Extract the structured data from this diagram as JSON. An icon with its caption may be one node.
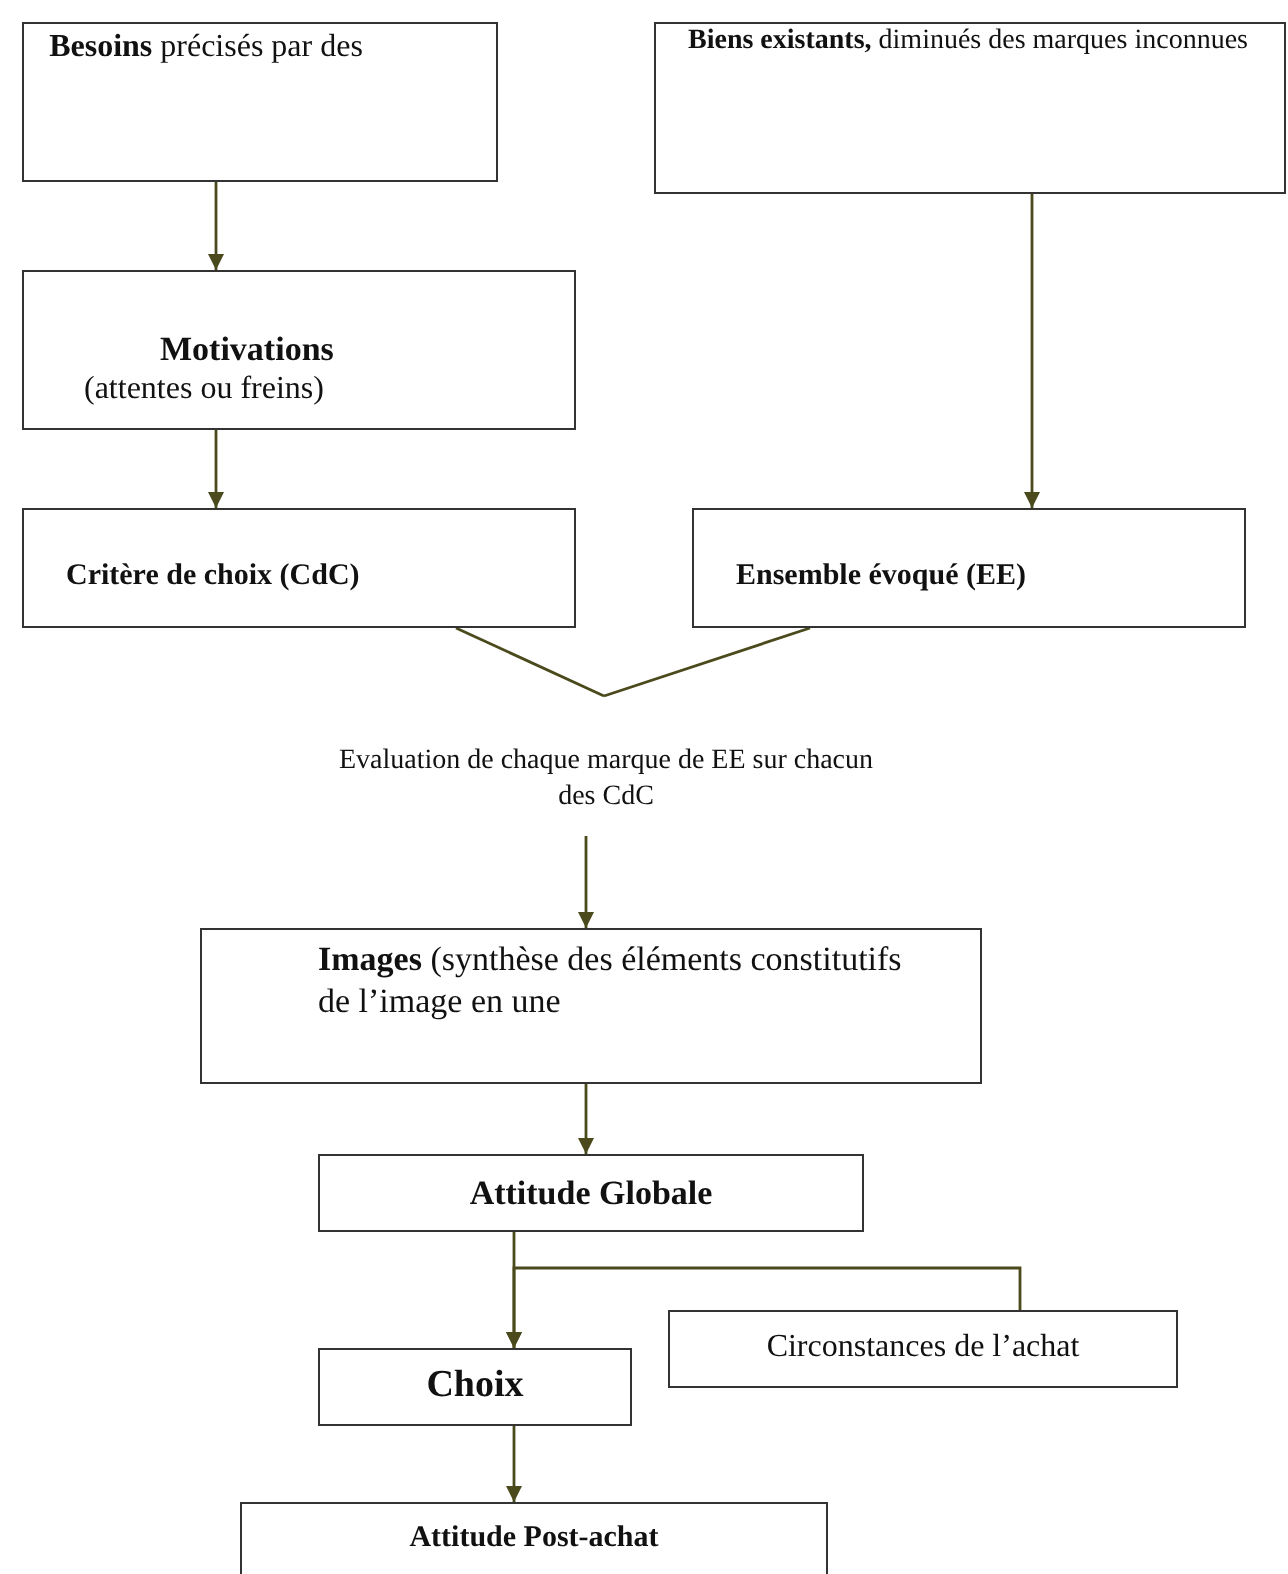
{
  "diagram": {
    "nodes": [
      {
        "text": [
          "**Besoins** précisés par des"
        ]
      },
      {
        "text": [
          "**Biens existants,** diminués des marques inconnues"
        ]
      },
      {
        "text": [
          "Motivations",
          "(attentes ou freins)"
        ]
      },
      {
        "text": [
          "Critère de choix (CdC)"
        ]
      },
      {
        "text": [
          "Ensemble évoqué (EE)"
        ]
      },
      {
        "text": [
          "Evaluation de chaque marque de EE sur chacun des CdC"
        ]
      },
      {
        "text": [
          "**Images** (synthèse des éléments constitutifs de l’image en une"
        ]
      },
      {
        "text": [
          "Attitude Globale"
        ]
      },
      {
        "text": [
          "Circonstances de l’achat"
        ]
      },
      {
        "text": [
          "Choix"
        ]
      },
      {
        "text": [
          "Attitude Post-achat"
        ]
      }
    ],
    "edges": [
      {
        "from": 0,
        "to": 2,
        "arrow": "to"
      },
      {
        "from": 2,
        "to": 3,
        "arrow": "to"
      },
      {
        "from": 1,
        "to": 4,
        "arrow": "to"
      },
      {
        "from": 3,
        "to": 5,
        "arrow": "none"
      },
      {
        "from": 4,
        "to": 5,
        "arrow": "none"
      },
      {
        "from": 5,
        "to": 6,
        "arrow": "to"
      },
      {
        "from": 6,
        "to": 7,
        "arrow": "to"
      },
      {
        "from": 7,
        "to": 9,
        "arrow": "to"
      },
      {
        "from": 8,
        "to": 9,
        "arrow": "to"
      },
      {
        "from": 9,
        "to": 10,
        "arrow": "to"
      }
    ]
  }
}
